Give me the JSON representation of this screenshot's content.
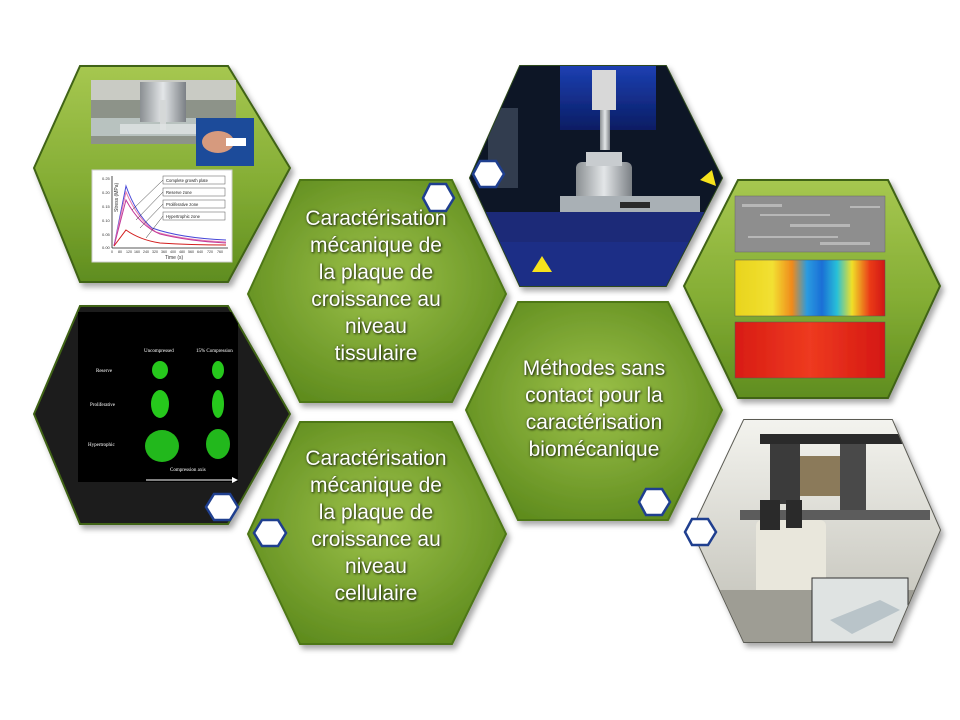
{
  "colors": {
    "hex_fill_light": "#9fc24a",
    "hex_fill_dark": "#5c8a1e",
    "hex_border": "#3f6315",
    "marker_fill": "#ffffff",
    "marker_stroke": "#1f3f8f",
    "accent_red": "#d21f1f",
    "accent_yellow": "#f6e21c",
    "accent_blue": "#1f76d8",
    "chart_pink": "#e87fb0",
    "chart_blue": "#4a4ad8"
  },
  "hexes": {
    "tissue": {
      "lines": [
        "Caractérisation",
        "mécanique de",
        "la plaque de",
        "croissance au",
        "niveau",
        "tissulaire"
      ]
    },
    "cell": {
      "lines": [
        "Caractérisation",
        "mécanique de",
        "la plaque de",
        "croissance au",
        "niveau",
        "cellulaire"
      ]
    },
    "contactless": {
      "lines": [
        "Méthodes sans",
        "contact pour la",
        "caractérisation",
        "biomécanique"
      ]
    }
  },
  "stress_chart": {
    "ylabel": "Stress (MPa)",
    "xlabel": "Time (s)",
    "legend": [
      "Complete growth plate",
      "Reserve zone",
      "Proliferative zone",
      "Hypertrophic zone"
    ],
    "xticks": [
      "0",
      "80",
      "120",
      "160",
      "240",
      "320",
      "360",
      "400",
      "480",
      "560",
      "640",
      "720",
      "760"
    ],
    "yticks": [
      "0.25",
      "0.20",
      "0.15",
      "0.10",
      "0.05",
      "0.00"
    ]
  },
  "cell_figure": {
    "col_uncompressed": "Uncompressed",
    "col_compressed": "15% Compression",
    "rows": [
      "Reserve",
      "Proliferative",
      "Hypertrophic"
    ],
    "axis_label": "Compression axis"
  }
}
